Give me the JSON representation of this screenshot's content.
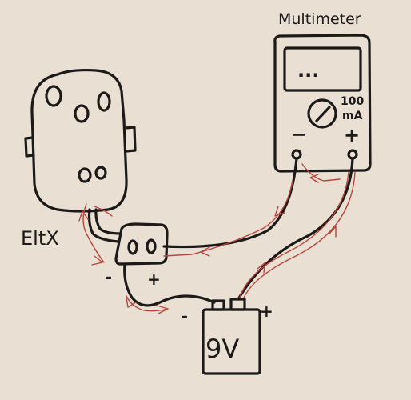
{
  "labels": {
    "multimeter": "Multimeter",
    "range_value": "100",
    "range_unit": "mA",
    "display_digits": "...",
    "meter_minus": "−",
    "meter_plus": "+",
    "device": "EltX",
    "jack_minus": "-",
    "jack_plus": "+",
    "battery": "9V",
    "battery_minus": "-",
    "battery_plus": "+"
  },
  "colors": {
    "paper": "#e8ddd0",
    "ink": "#1c1a18",
    "current_arrows": "#b8473f"
  }
}
